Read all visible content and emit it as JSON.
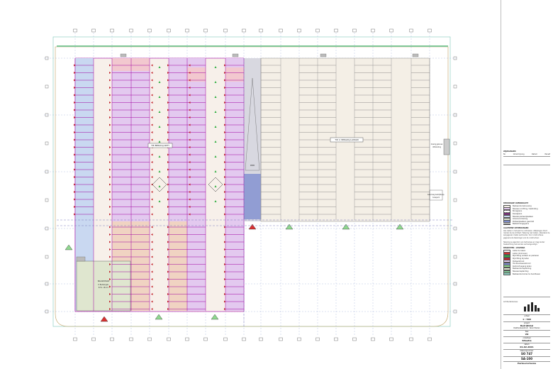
{
  "drawing": {
    "zone_labels": {
      "zone_a": "TIP. BPRACAJ ANTY",
      "zone_b": "TIP. 2. BPRAZAJ LLINGIN",
      "storage": "SKLADOVACI",
      "storage_sub": "P. Bedalingsb.",
      "storage_sub2": "B.F.b. 18.1x7",
      "hatch": "MMM",
      "side_note": "Aanvraag bedrijfsopp.",
      "side_note2": "Grasperk",
      "right_note": "Overig gebouw",
      "right_note2": "Uitbreiding"
    },
    "colors": {
      "purple": "#e3c9ef",
      "violet_line": "#a000a0",
      "blue": "#c9d8f1",
      "pink": "#f2c8cf",
      "salmon": "#f0d3c2",
      "beige": "#f4efe6",
      "olive": "#dfe6cf",
      "navy": "#7f8fcf",
      "gray": "#d8d8e0"
    }
  },
  "titleblock": {
    "header": "WIJZIGINGEN",
    "rev_cols": [
      "Nr.",
      "Omschrijving",
      "Datum",
      "Paraaf"
    ],
    "legend_title": "BENODIGDE OVERDRACHT",
    "legend_items": [
      "Bestaande bebouwing",
      "Nieuwe inrichting / bestrating",
      "Bouwgrens",
      "Kavelgrens",
      "Nieuwe parkeerplaatsen",
      "Groenvoorziening",
      "Parkeerplaatsen geschikt",
      "Bestemmingsgrens"
    ],
    "notes_title": "ALGEMENE OPMERKINGEN",
    "notes": "Alle maten in het werk te controleren. Afwijkingen direct melden bij de architect. Tekening niet meten, uitsluitend de aangegeven maten aanhouden. Voor constructieve gegevens zie tekeningen van de constructeur.",
    "notes2": "Tekening is eigendom van het bureau en mag zonder toestemming niet worden vermenigvuldigd.",
    "legend2_title": "BEGRIPPEN / LEGENDA",
    "legend2_items": [
      "Laden & lossen",
      "Laden (kolonnes)",
      "Rijrichting verkeer en parkeren",
      "Rijrichting bij laden",
      "Parkeerstrook",
      "Hoofdverkeersstroom",
      "Kantoortoegang laden",
      "Bestaande beplanting",
      "Nieuwe beplanting",
      "Bestaande bomen te handhaven"
    ],
    "company": "Architectenbureau",
    "scale_label": "schaal",
    "scale": "1 : 500",
    "project_label": "project",
    "project": "Bedrijfshal",
    "project_sub": "Distributiecentrum · Noord Terrein",
    "phase_label": "fase",
    "phase": "VO",
    "drawing_label": "onderdeel",
    "drawing_title": "Situatie",
    "date_label": "datum",
    "date": "01-02-2021",
    "sheet_label": "tekeningnummer",
    "sheet_no": "SO 747",
    "sheet_code": "SA-100",
    "footer": "Parkeerschema"
  }
}
